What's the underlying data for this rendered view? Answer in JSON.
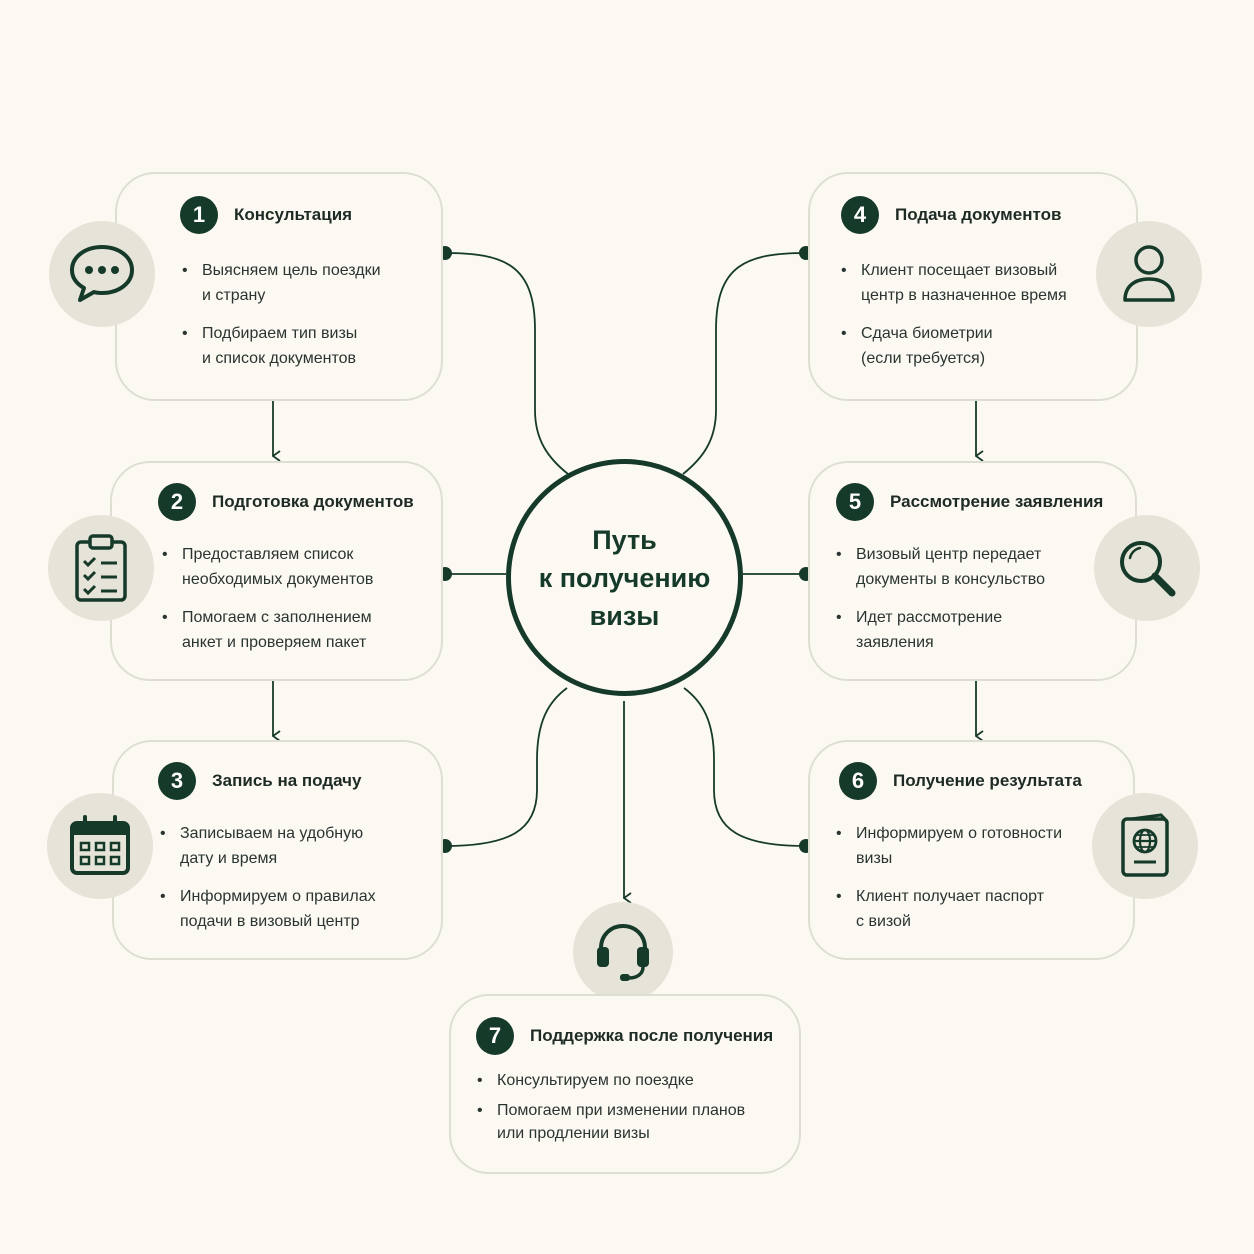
{
  "center": {
    "title": "Путь\nк получению\nвизы"
  },
  "steps": [
    {
      "number": "1",
      "title": "Консультация",
      "icon": "chat-bubble-icon",
      "bullets": [
        "Выясняем цель поездки\nи страну",
        "Подбираем тип визы\nи список документов"
      ]
    },
    {
      "number": "2",
      "title": "Подготовка документов",
      "icon": "clipboard-checklist-icon",
      "bullets": [
        "Предоставляем список\nнеобходимых документов",
        "Помогаем с заполнением\nанкет и проверяем пакет"
      ]
    },
    {
      "number": "3",
      "title": "Запись на подачу",
      "icon": "calendar-icon",
      "bullets": [
        "Записываем на удобную\nдату и время",
        "Информируем о правилах\nподачи в визовый центр"
      ]
    },
    {
      "number": "4",
      "title": "Подача документов",
      "icon": "user-icon",
      "bullets": [
        "Клиент посещает визовый\nцентр в назначенное время",
        "Сдача биометрии\n(если требуется)"
      ]
    },
    {
      "number": "5",
      "title": "Рассмотрение заявления",
      "icon": "magnifier-icon",
      "bullets": [
        "Визовый центр передает\nдокументы в консульство",
        "Идет рассмотрение\nзаявления"
      ]
    },
    {
      "number": "6",
      "title": "Получение результата",
      "icon": "passport-icon",
      "bullets": [
        "Информируем о готовности\nвизы",
        "Клиент получает паспорт\nс визой"
      ]
    },
    {
      "number": "7",
      "title": "Поддержка после получения",
      "icon": "headset-icon",
      "bullets": [
        "Консультируем по поездке",
        "Помогаем при изменении планов\nили продлении визы"
      ]
    }
  ],
  "colors": {
    "background": "#fcf9f3",
    "accent": "#163a2a",
    "card_border": "#dedfd2",
    "icon_bubble": "#e6e4d8"
  }
}
